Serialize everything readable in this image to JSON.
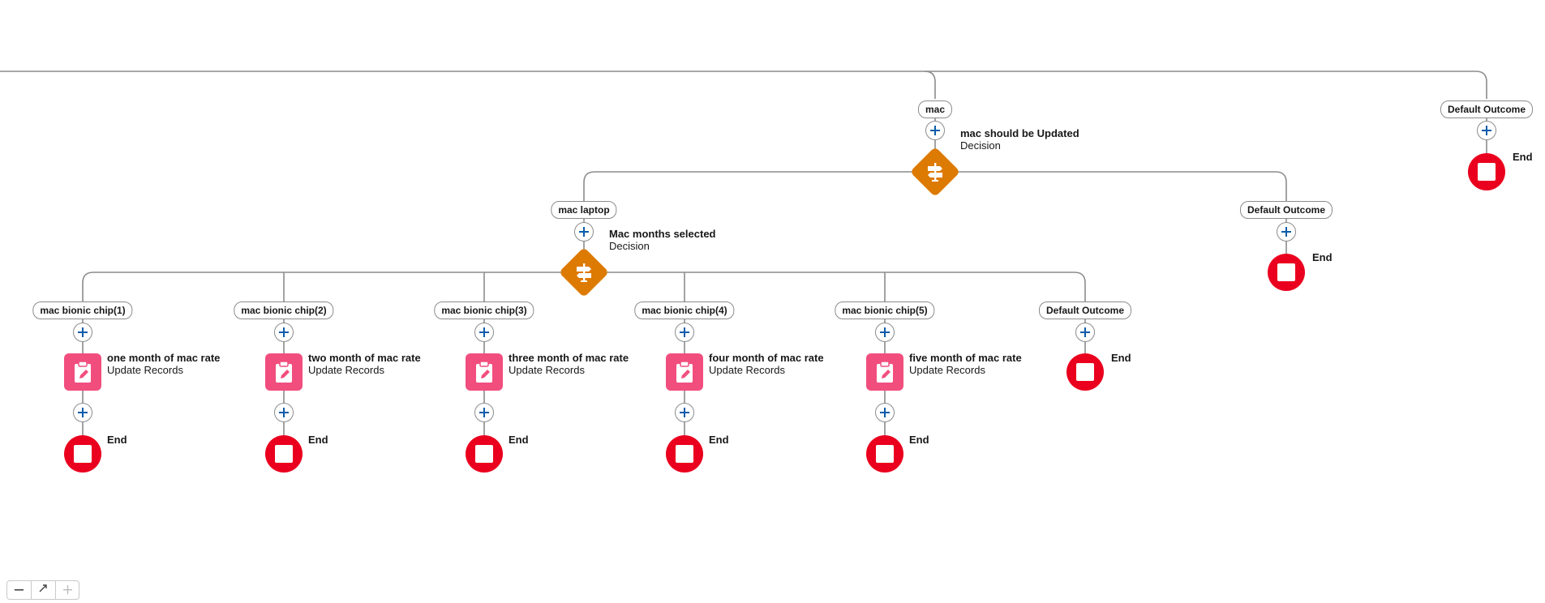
{
  "outcomes": {
    "mac": "mac",
    "top_default": "Default Outcome",
    "mac_laptop": "mac laptop",
    "mid_default": "Default Outcome",
    "chip1": "mac bionic chip(1)",
    "chip2": "mac bionic chip(2)",
    "chip3": "mac bionic chip(3)",
    "chip4": "mac bionic chip(4)",
    "chip5": "mac bionic chip(5)",
    "low_default": "Default Outcome"
  },
  "decisions": {
    "d1": {
      "title": "mac should be Updated",
      "type": "Decision"
    },
    "d2": {
      "title": "Mac months selected",
      "type": "Decision"
    }
  },
  "updates": {
    "u1": {
      "title": "one month of mac rate",
      "type": "Update Records"
    },
    "u2": {
      "title": "two month of mac rate",
      "type": "Update Records"
    },
    "u3": {
      "title": "three month of mac rate",
      "type": "Update Records"
    },
    "u4": {
      "title": "four month of mac rate",
      "type": "Update Records"
    },
    "u5": {
      "title": "five month of mac rate",
      "type": "Update Records"
    }
  },
  "end_label": "End",
  "colors": {
    "decision": "#dd7a01",
    "update_records": "#f14e7e",
    "end": "#ea001e",
    "connector": "#8c8c8c",
    "add_icon": "#0b5cab"
  },
  "icons": {
    "decision": "signpost-icon",
    "update_records": "clipboard-edit-icon",
    "end": "stop-icon",
    "add": "plus-circle-icon",
    "zoom_out": "minus-icon",
    "fit": "fit-view-icon",
    "zoom_in": "plus-icon"
  }
}
